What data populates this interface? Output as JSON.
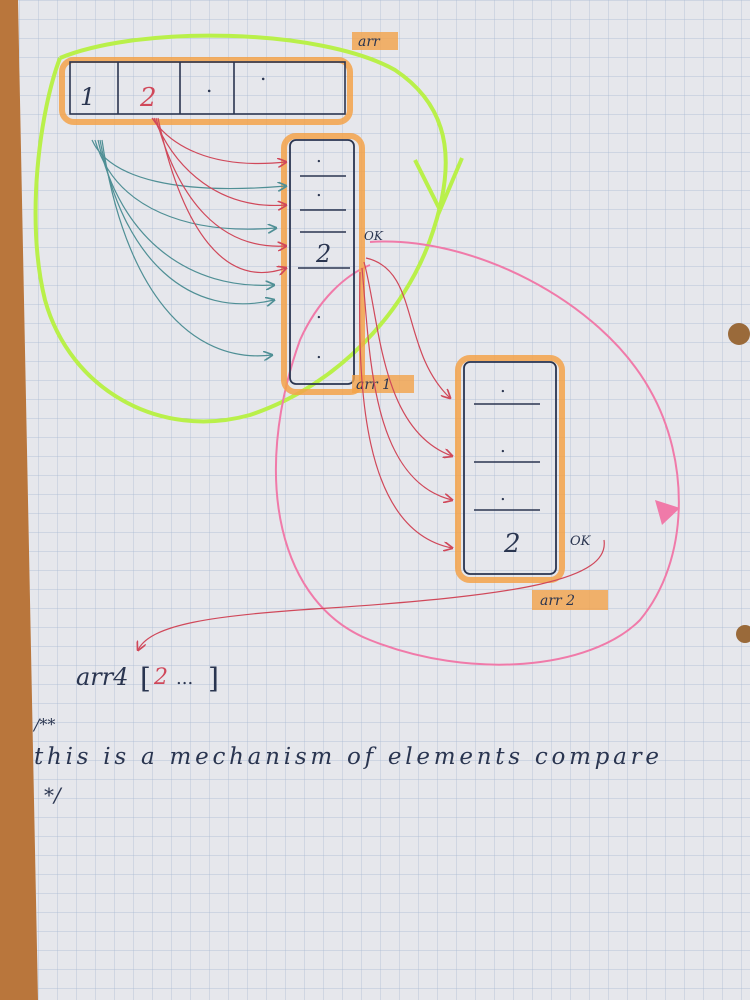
{
  "labels": {
    "arr": "arr",
    "arr1": "arr 1",
    "arr2": "arr 2",
    "ok1": "OK",
    "ok2": "OK"
  },
  "arr_cells": [
    "1",
    "2",
    ".",
    "."
  ],
  "arr1_cells": [
    ".",
    ".",
    "",
    "2",
    ".",
    "."
  ],
  "arr2_cells": [
    ".",
    ".",
    ".",
    "2"
  ],
  "result": {
    "name": "arr4",
    "open": "[",
    "value": "2",
    "rest": "...",
    "close": "]"
  },
  "comment": {
    "open": "/**",
    "text": "this is a mechanism of elements compare",
    "close": "*/"
  },
  "colors": {
    "paper": "#e6e7ec",
    "grid": "#a7b8d2",
    "ink": "#2a3550",
    "highlight_orange": "#f3a24a",
    "arrow_red": "#d0485a",
    "arrow_teal": "#4f8f95",
    "arrow_green": "#b9f04a",
    "arrow_pink": "#f07aa9",
    "wood": "#b9763c"
  }
}
